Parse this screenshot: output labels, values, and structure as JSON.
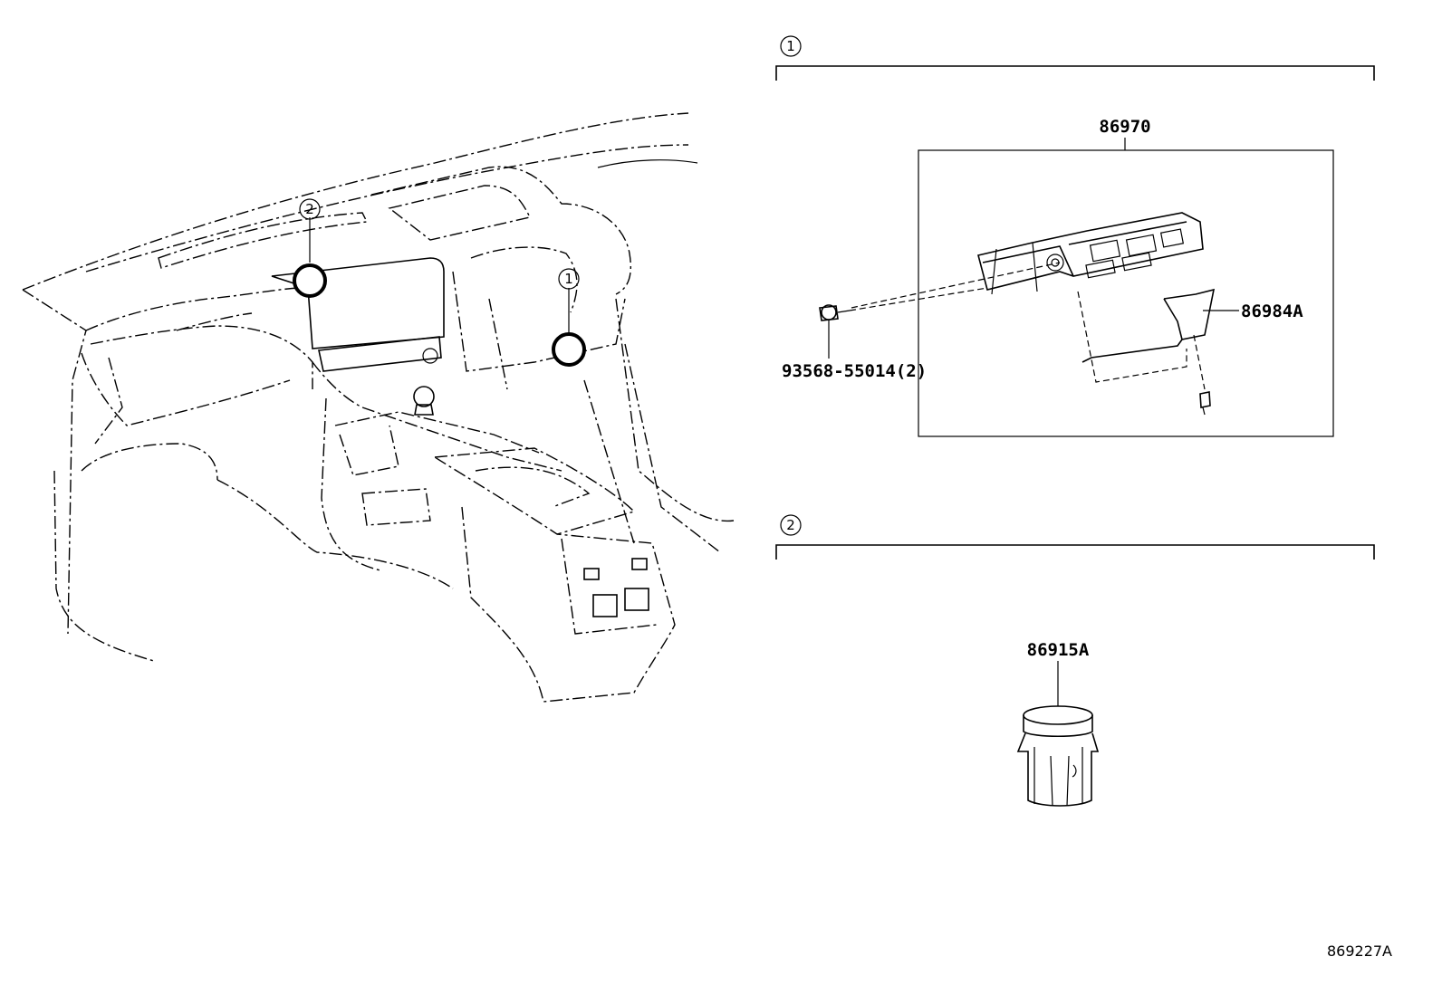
{
  "diagram": {
    "callouts": {
      "overview_1": "1",
      "overview_2": "2",
      "section_1": "1",
      "section_2": "2"
    },
    "parts": {
      "assembly": "86970",
      "bracket": "86984A",
      "screw": "93568-55014(2)",
      "socket": "86915A"
    },
    "drawing_number": "869227A"
  }
}
